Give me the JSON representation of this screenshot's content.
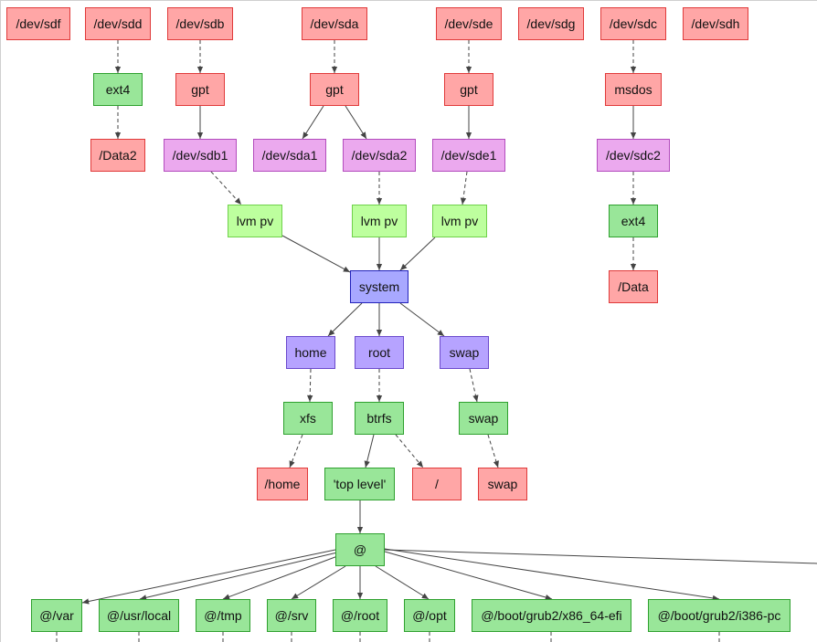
{
  "diagram": {
    "nodes": {
      "sdf": "/dev/sdf",
      "sdd": "/dev/sdd",
      "sdb": "/dev/sdb",
      "sda": "/dev/sda",
      "sde": "/dev/sde",
      "sdg": "/dev/sdg",
      "sdc": "/dev/sdc",
      "sdh": "/dev/sdh",
      "sdd_ext4": "ext4",
      "sdb_gpt": "gpt",
      "sda_gpt": "gpt",
      "sde_gpt": "gpt",
      "sdc_msdos": "msdos",
      "data2": "/Data2",
      "sdb1": "/dev/sdb1",
      "sda1": "/dev/sda1",
      "sda2": "/dev/sda2",
      "sde1": "/dev/sde1",
      "sdc2": "/dev/sdc2",
      "pv1": "lvm pv",
      "pv2": "lvm pv",
      "pv3": "lvm pv",
      "sdc2_ext4": "ext4",
      "system": "system",
      "data": "/Data",
      "lv_home": "home",
      "lv_root": "root",
      "lv_swap": "swap",
      "xfs": "xfs",
      "btrfs": "btrfs",
      "swapfs": "swap",
      "home_mount": "/home",
      "top_level": "'top level'",
      "root_mount": "/",
      "swap_mount": "swap",
      "at": "@",
      "at_var": "@/var",
      "at_usrlocal": "@/usr/local",
      "at_tmp": "@/tmp",
      "at_srv": "@/srv",
      "at_root": "@/root",
      "at_opt": "@/opt",
      "at_grub_efi": "@/boot/grub2/x86_64-efi",
      "at_grub_pc": "@/boot/grub2/i386-pc"
    },
    "colors": {
      "disk_fill": "#ffa6a6",
      "filesystem_fill": "#99e699",
      "partition_fill": "#eba9ee",
      "physical_volume_fill": "#bdff9e",
      "volume_group_fill": "#a8a8ff",
      "logical_volume_fill": "#b6a3ff",
      "edge_color": "#444444"
    }
  }
}
